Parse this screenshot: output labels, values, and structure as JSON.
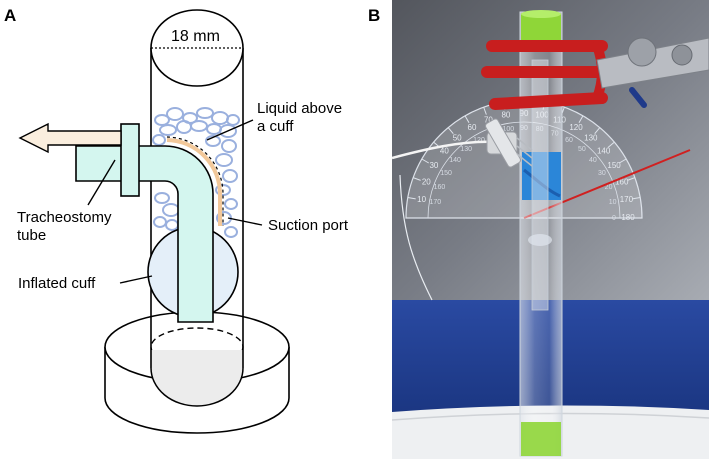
{
  "panel_a": {
    "letter": "A",
    "diameter_label": "18 mm",
    "labels": {
      "liquid_line1": "Liquid above",
      "liquid_line2": "a cuff",
      "tracheostomy_line1": "Tracheostomy",
      "tracheostomy_line2": "tube",
      "suction_port": "Suction port",
      "inflated_cuff": "Inflated cuff"
    }
  },
  "panel_b": {
    "letter": "B",
    "protractor_ticks": [
      "10",
      "20",
      "30",
      "40",
      "50",
      "60",
      "70",
      "80",
      "90",
      "100",
      "110",
      "120",
      "130",
      "140",
      "150",
      "160",
      "170",
      "180"
    ],
    "protractor_ticks_inner": [
      "170",
      "160",
      "150",
      "140",
      "130",
      "120",
      "110",
      "100",
      "90",
      "80",
      "70",
      "60",
      "50",
      "40",
      "30",
      "20",
      "10",
      "0"
    ]
  },
  "colors": {
    "tube_fill": "#d4f6ef",
    "cuff_fill": "#e4eff9",
    "liquid_outline": "#9ab0de",
    "arrow_fill": "#faeede",
    "base_fill": "#ececec",
    "photo_wall": "#6b6f78",
    "photo_blue": "#24449c",
    "clamp_red": "#c81e1e",
    "green_plug": "#8fd638"
  }
}
